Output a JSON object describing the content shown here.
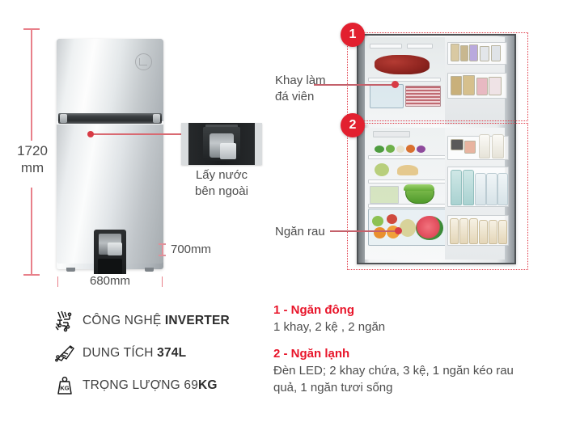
{
  "dimensions": {
    "height_label": "1720\nmm",
    "height_value": "1720 mm",
    "width_label": "680mm",
    "depth_label": "700mm"
  },
  "callouts": {
    "dispenser": "Lấy nước\nbên ngoài",
    "ice_tray": "Khay làm\nđá viên",
    "vegetable": "Ngăn rau"
  },
  "badges": {
    "one": "1",
    "two": "2"
  },
  "specs": [
    {
      "icon": "inverter-icon",
      "text_plain": "CÔNG NGHỆ ",
      "text_bold": "INVERTER"
    },
    {
      "icon": "capacity-icon",
      "text_plain": "DUNG TÍCH ",
      "text_bold": "374L"
    },
    {
      "icon": "weight-icon",
      "text_plain": "TRỌNG LƯỢNG 69",
      "text_bold": "KG"
    }
  ],
  "legend": [
    {
      "title": "1 - Ngăn đông",
      "body": "1 khay, 2 kệ , 2 ngăn"
    },
    {
      "title": "2 - Ngăn lạnh",
      "body": "Đèn LED; 2 khay chứa, 3 kệ, 1 ngăn kéo rau quả, 1 ngăn tươi sống"
    }
  ],
  "colors": {
    "accent_red": "#e8152a",
    "badge_red": "#e2202f",
    "dim_line": "#e8808a",
    "leader_line": "#c4606a",
    "text_gray": "#4d4d4d"
  }
}
